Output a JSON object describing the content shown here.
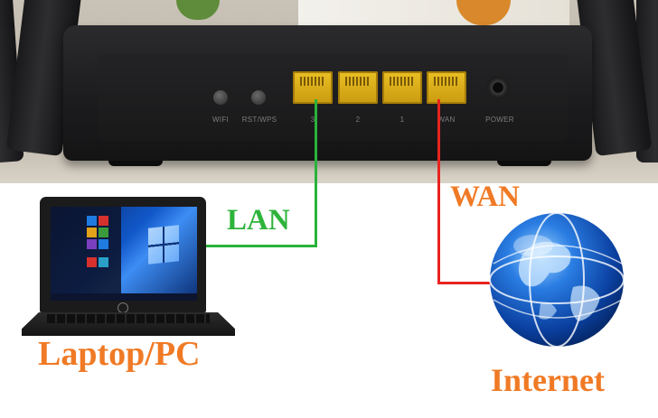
{
  "router": {
    "button_labels": {
      "wifi": "WIFI",
      "reset": "RST/WPS"
    },
    "port_labels": {
      "lan3": "3",
      "lan2": "2",
      "lan1": "1",
      "wan": "WAN",
      "power": "POWER"
    }
  },
  "labels": {
    "lan": "LAN",
    "wan": "WAN",
    "laptop": "Laptop/PC",
    "internet": "Internet"
  },
  "colors": {
    "lan_cable": "#29b33a",
    "wan_cable": "#e8231f",
    "lan_text": "#2eb33b",
    "accent_text": "#f07a25"
  },
  "icons": {
    "laptop": "laptop-icon",
    "globe": "globe-icon"
  }
}
